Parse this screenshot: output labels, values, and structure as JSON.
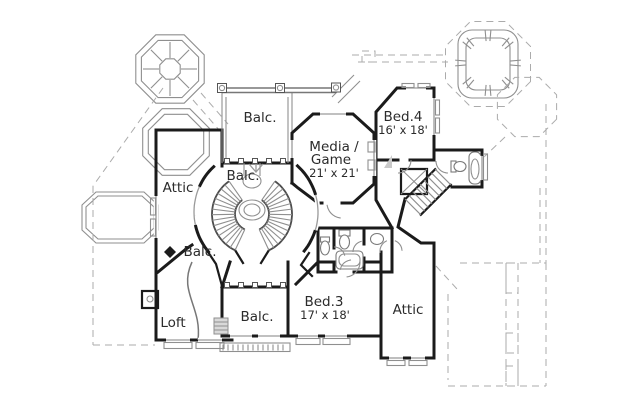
{
  "plan": {
    "type": "second-floor-plan",
    "labels": {
      "balcony_top": "Balc.",
      "balcony_inner": "Balc.",
      "balcony_left": "Balc.",
      "balcony_bottom": "Balc.",
      "attic_upper_left": "Attic",
      "attic_lower_right": "Attic",
      "loft": "Loft",
      "media_game_name_line1": "Media /",
      "media_game_name_line2": "Game",
      "media_game_dims": "21' x 21'",
      "bed4_name": "Bed.4",
      "bed4_dims": "16' x 18'",
      "bed3_name": "Bed.3",
      "bed3_dims": "17' x 18'"
    },
    "colors": {
      "background": "#ffffff",
      "wall": "#1b1b1b",
      "thin_line": "#8f8f8f",
      "dashed_line": "#ababab",
      "text": "#2b2b2b"
    }
  }
}
